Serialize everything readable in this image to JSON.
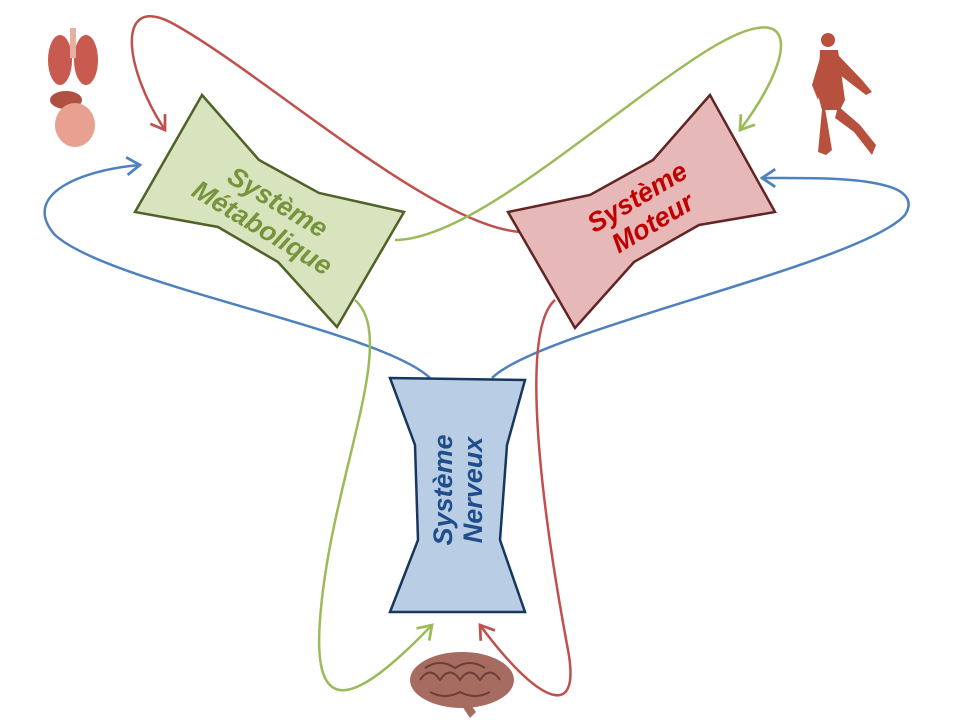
{
  "nodes": {
    "metabolic": {
      "line1": "Système",
      "line2": "Métabolique",
      "fill": "#d7e4bd",
      "stroke": "#4f6228",
      "text": "#77933c"
    },
    "motor": {
      "line1": "Système",
      "line2": "Moteur",
      "fill": "#e6b9b8",
      "stroke": "#632523",
      "text": "#c00000"
    },
    "nervous": {
      "line1": "Système",
      "line2": "Nerveux",
      "fill": "#b9cde5",
      "stroke": "#17375e",
      "text": "#1f4e8c"
    }
  },
  "icons": [
    "organs-icon",
    "muscle-man-icon",
    "brain-icon"
  ],
  "colors": {
    "red": "#c0504d",
    "green": "#9bbb59",
    "blue": "#4f81bd"
  }
}
